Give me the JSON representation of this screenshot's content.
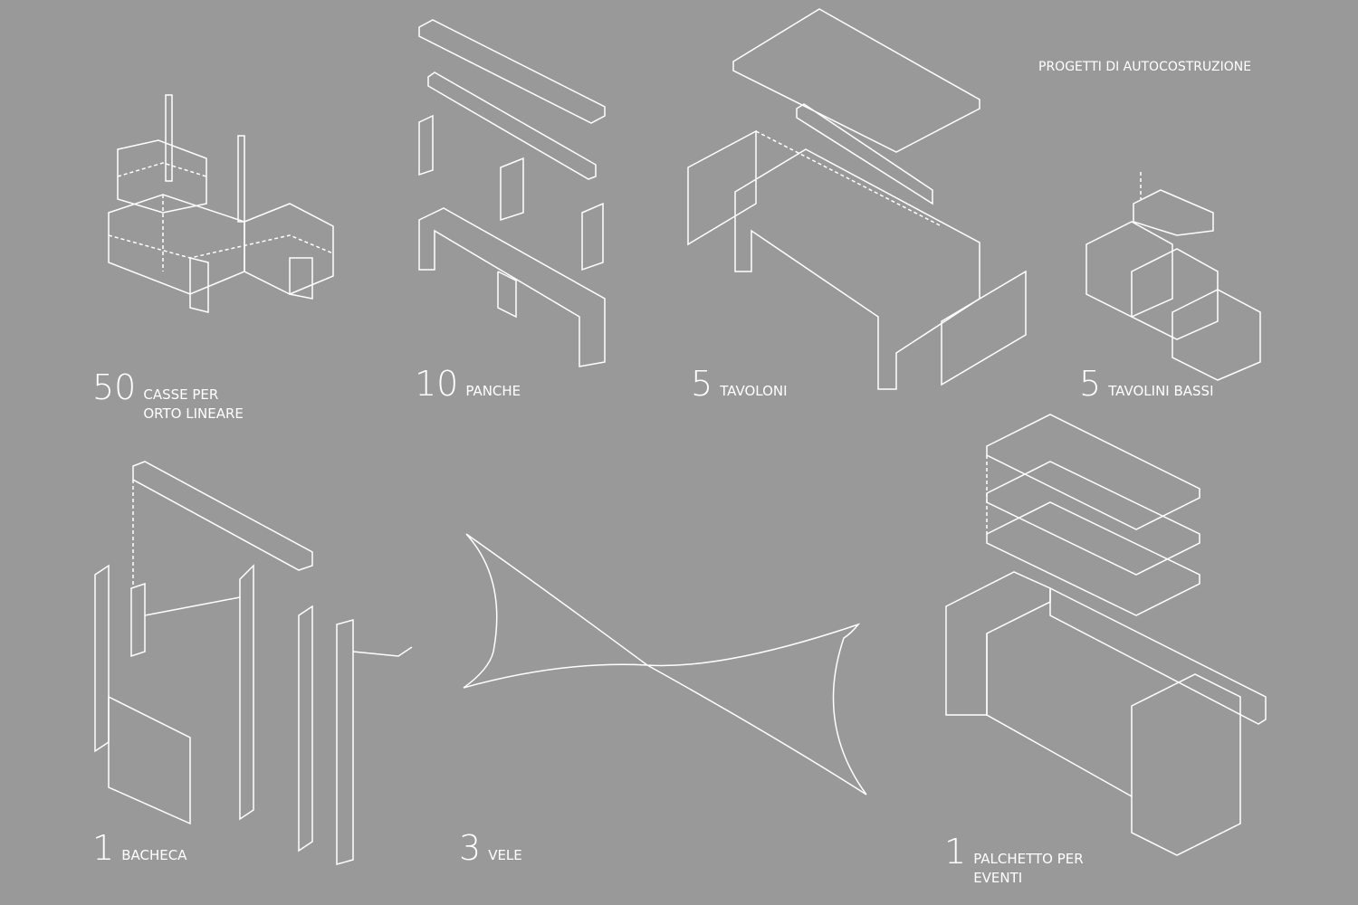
{
  "title": "PROGETTI DI AUTOCOSTRUZIONE",
  "projects": [
    {
      "count": "50",
      "line1": "CASSE PER",
      "line2": "ORTO LINEARE"
    },
    {
      "count": "10",
      "line1": "PANCHE"
    },
    {
      "count": "5",
      "line1": "TAVOLONI"
    },
    {
      "count": "5",
      "line1": "TAVOLINI BASSI"
    },
    {
      "count": "1",
      "line1": "BACHECA"
    },
    {
      "count": "3",
      "line1": "VELE"
    },
    {
      "count": "1",
      "line1": "PALCHETTO PER",
      "line2": "EVENTI"
    }
  ],
  "colors": {
    "background": "#999999",
    "line": "#ffffff"
  }
}
